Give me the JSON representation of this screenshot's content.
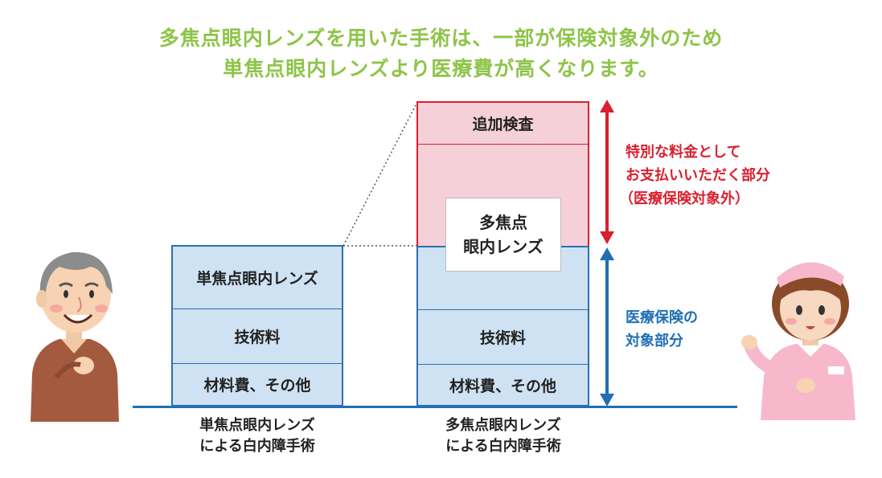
{
  "headline": {
    "line1": "多焦点眼内レンズを用いた手術は、一部が保険対象外のため",
    "line2": "単焦点眼内レンズより医療費が高くなります。"
  },
  "left_bar": {
    "segments": [
      "単焦点眼内レンズ",
      "技術料",
      "材料費、その他"
    ],
    "caption_line1": "単焦点眼内レンズ",
    "caption_line2": "による白内障手術"
  },
  "right_bar": {
    "top_segment": "追加検査",
    "lens_box_line1": "多焦点",
    "lens_box_line2": "眼内レンズ",
    "segments": [
      "技術料",
      "材料費、その他"
    ],
    "caption_line1": "多焦点眼内レンズ",
    "caption_line2": "による白内障手術"
  },
  "annotations": {
    "special": [
      "特別な料金として",
      "お支払いいただく部分",
      "（医療保険対象外）"
    ],
    "covered": [
      "医療保険の",
      "対象部分"
    ]
  },
  "colors": {
    "headline_green": "#8ec449",
    "covered_fill": "#cfe2f3",
    "covered_border": "#2a6fb5",
    "special_fill": "#f6d0d8",
    "special_border": "#d9202f",
    "baseline_blue": "#1f6fb3",
    "arrow_red": "#d9202f",
    "arrow_blue": "#1f6fb3"
  },
  "illustrations": {
    "left": "elderly-man-patient",
    "right": "nurse"
  }
}
